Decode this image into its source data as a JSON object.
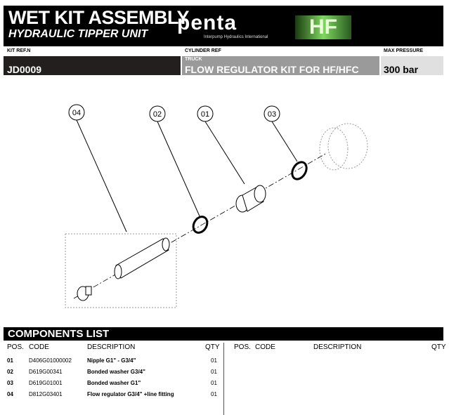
{
  "header": {
    "title": "WET KIT ASSEMBLY",
    "subtitle": "HYDRAULIC TIPPER UNIT",
    "brand": "penta",
    "brand_tagline": "Interpump Hydraulics International",
    "product_logo": "HF"
  },
  "info": {
    "kit_ref_label": "KIT REF.N",
    "kit_ref": "JD0009",
    "cylinder_ref_label": "CYLINDER REF",
    "cylinder_type": "TRUCK",
    "cylinder_ref": "FLOW REGULATOR KIT FOR HF/HFC",
    "max_pressure_label": "MAX PRESSURE",
    "max_pressure": "300 bar"
  },
  "diagram": {
    "balloons": [
      "04",
      "02",
      "01",
      "03"
    ]
  },
  "components": {
    "title": "COMPONENTS LIST",
    "headers": {
      "pos": "POS.",
      "code": "CODE",
      "description": "DESCRIPTION",
      "qty": "QTY"
    },
    "rows": [
      {
        "pos": "01",
        "code": "D406G01000002",
        "description": "Nipple G1\" - G3/4\"",
        "qty": "01"
      },
      {
        "pos": "02",
        "code": "D619G00341",
        "description": "Bonded washer G3/4\"",
        "qty": "01"
      },
      {
        "pos": "03",
        "code": "D619G01001",
        "description": "Bonded washer G1\"",
        "qty": "01"
      },
      {
        "pos": "04",
        "code": "D812G03401",
        "description": "Flow regulator G3/4\" +line fitting",
        "qty": "01"
      }
    ]
  }
}
